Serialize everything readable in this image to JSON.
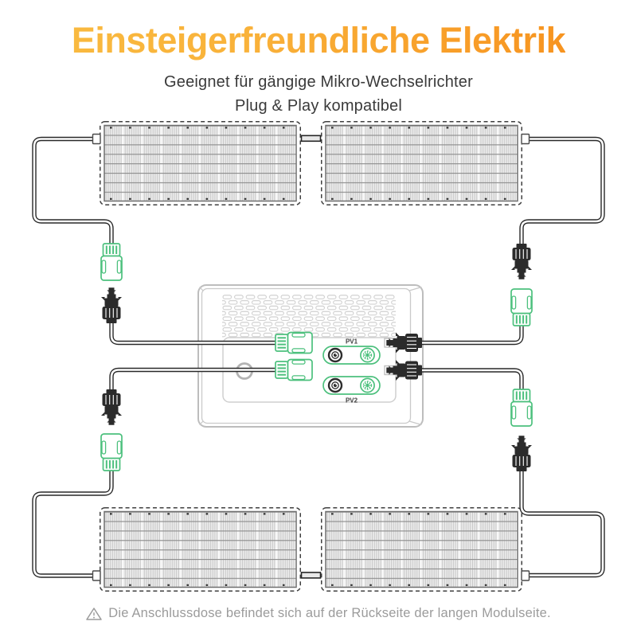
{
  "header": {
    "title": "Einsteigerfreundliche Elektrik",
    "subtitle_line1": "Geeignet für gängige Mikro-Wechselrichter",
    "subtitle_line2": "Plug & Play kompatibel"
  },
  "inverter": {
    "port_labels": [
      "PV1",
      "PV2"
    ]
  },
  "footer": {
    "note": "Die Anschlussdose befindet sich auf der Rückseite der langen Modulseite."
  },
  "diagram": {
    "panel_count": 4,
    "icons": {
      "solar_panel": "solar-panel-icon",
      "green_connector": "mc4-connector-green-icon",
      "black_connector": "mc4-connector-black-icon",
      "inverter": "micro-inverter-icon",
      "warning": "warning-triangle-icon"
    }
  },
  "colors": {
    "title_gradient_start": "#F9B93F",
    "title_gradient_end": "#F79420",
    "subtitle_text": "#3A3A3A",
    "footer_text": "#9B9B9B",
    "connector_green": "#4CC07D",
    "wire_black": "#282828",
    "inverter_outline": "#BDBDBD",
    "panel_grid_gray": "#8F8F8F"
  }
}
